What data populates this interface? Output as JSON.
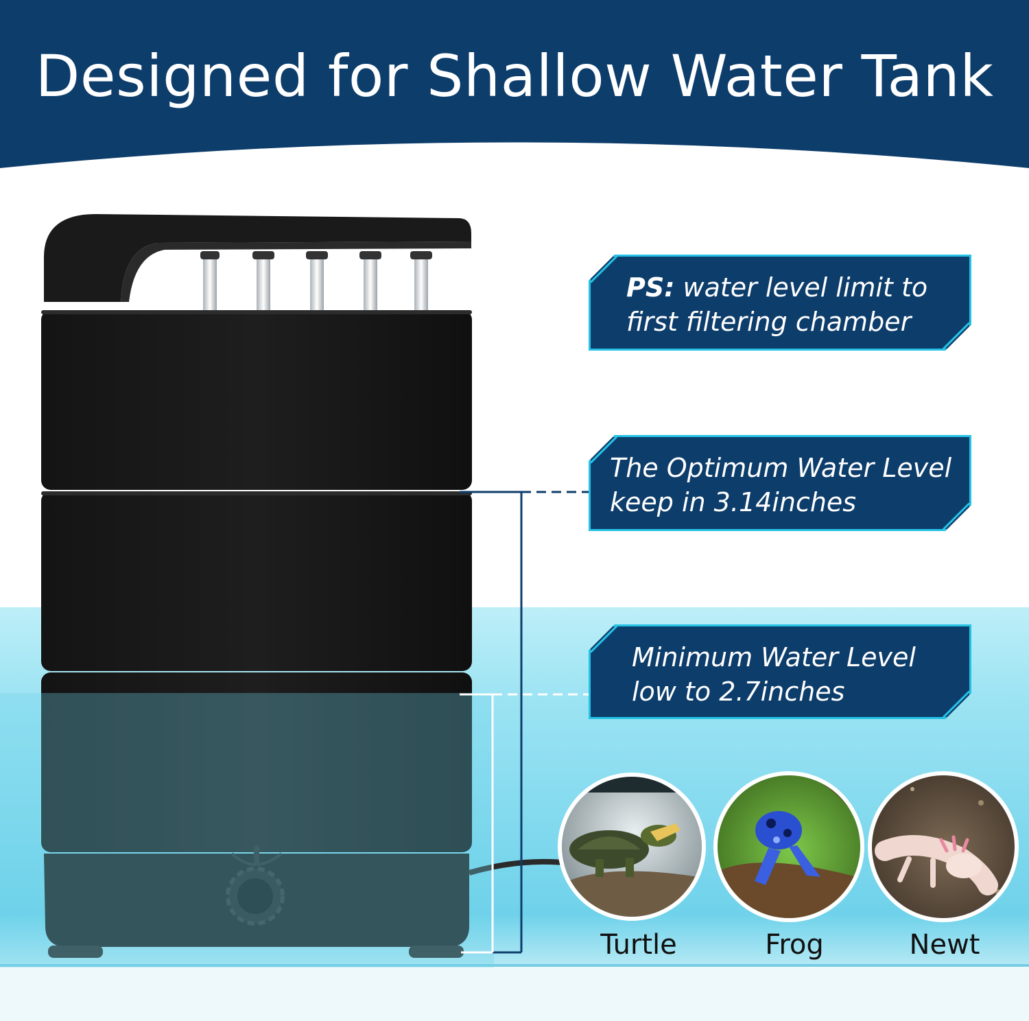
{
  "headline": "Designed for Shallow Water Tank",
  "callouts": {
    "ps_label": "PS:",
    "ps_text_line1": "water level limit to",
    "ps_text_line2": "first filtering chamber",
    "optimum_line1": "The Optimum Water Level",
    "optimum_line2": "keep in 3.14inches",
    "minimum_line1": "Minimum Water Level",
    "minimum_line2": "low to 2.7inches"
  },
  "animals": [
    "Turtle",
    "Frog",
    "Newt"
  ],
  "colors": {
    "navy": "#0d3d6b",
    "cyan_border": "#25c3e6",
    "water": "#8fdff0",
    "filter_body": "#1b1b1b"
  }
}
